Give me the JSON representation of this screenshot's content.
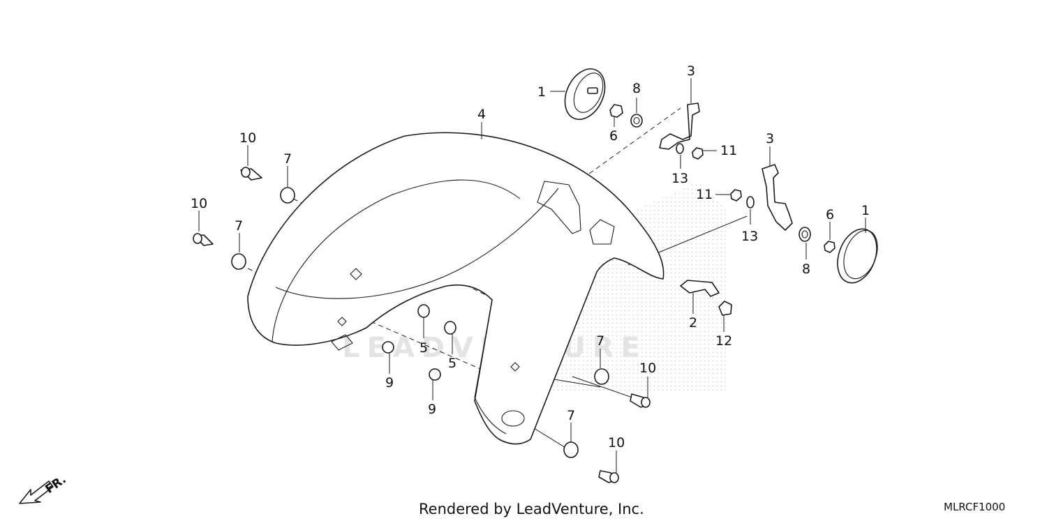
{
  "diagram": {
    "callouts": [
      {
        "label": "1"
      },
      {
        "label": "8"
      },
      {
        "label": "3"
      },
      {
        "label": "6"
      },
      {
        "label": "4"
      },
      {
        "label": "11"
      },
      {
        "label": "3"
      },
      {
        "label": "13"
      },
      {
        "label": "10"
      },
      {
        "label": "7"
      },
      {
        "label": "11"
      },
      {
        "label": "10"
      },
      {
        "label": "7"
      },
      {
        "label": "13"
      },
      {
        "label": "6"
      },
      {
        "label": "1"
      },
      {
        "label": "8"
      },
      {
        "label": "2"
      },
      {
        "label": "12"
      },
      {
        "label": "5"
      },
      {
        "label": "5"
      },
      {
        "label": "7"
      },
      {
        "label": "9"
      },
      {
        "label": "10"
      },
      {
        "label": "9"
      },
      {
        "label": "7"
      },
      {
        "label": "10"
      }
    ],
    "direction_marker": "FR.",
    "watermark": "LEADVENTURE"
  },
  "footer": {
    "credit": "Rendered by LeadVenture, Inc.",
    "diagram_code": "MLRCF1000"
  }
}
